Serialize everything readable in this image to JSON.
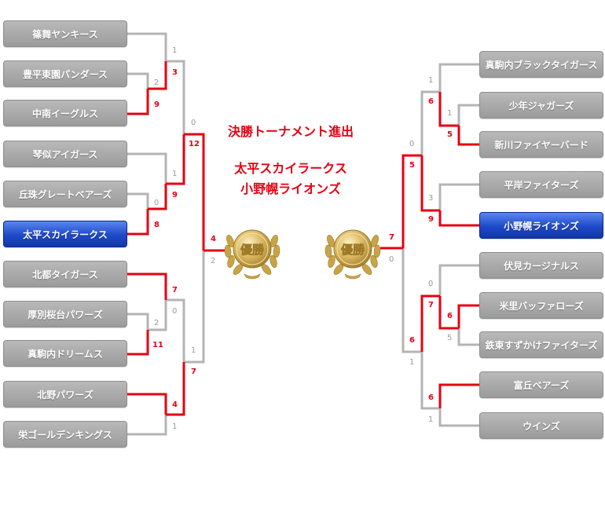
{
  "header": {
    "title": "決勝トーナメント進出",
    "finalists": [
      "太平スカイラークス",
      "小野幌ライオンズ"
    ]
  },
  "trophy_label": "優勝",
  "colors": {
    "win_line": "#e60012",
    "lose_line": "#b4b4b4",
    "team_gray": "#a6a6a6",
    "team_blue": "#1e49c8",
    "gold": "#c9a447"
  },
  "left": {
    "teams": [
      {
        "name": "篠舞ヤンキース",
        "highlight": false
      },
      {
        "name": "豊平東園パンダース",
        "highlight": false
      },
      {
        "name": "中南イーグルス",
        "highlight": false
      },
      {
        "name": "琴似アイガース",
        "highlight": false
      },
      {
        "name": "丘珠グレートベアーズ",
        "highlight": false
      },
      {
        "name": "太平スカイラークス",
        "highlight": true
      },
      {
        "name": "北都タイガース",
        "highlight": false
      },
      {
        "name": "厚別桜台パワーズ",
        "highlight": false
      },
      {
        "name": "真駒内ドリームス",
        "highlight": false
      },
      {
        "name": "北野パワーズ",
        "highlight": false
      },
      {
        "name": "栄ゴールデンキングス",
        "highlight": false
      }
    ],
    "scores": {
      "r1": [
        [
          "2",
          "9"
        ],
        [
          "0",
          "8"
        ],
        [
          "2",
          "11"
        ]
      ],
      "r2": [
        [
          "1",
          "3"
        ],
        [
          "1",
          "9"
        ],
        [
          "7",
          "0"
        ],
        [
          "4",
          "1"
        ]
      ],
      "r3": [
        [
          "0",
          "12"
        ],
        [
          "1",
          "7"
        ]
      ],
      "r4": [
        "4",
        "2"
      ]
    }
  },
  "right": {
    "teams": [
      {
        "name": "真駒内ブラックタイガース",
        "highlight": false
      },
      {
        "name": "少年ジャガーズ",
        "highlight": false
      },
      {
        "name": "新川ファイヤーバード",
        "highlight": false
      },
      {
        "name": "平岸ファイターズ",
        "highlight": false
      },
      {
        "name": "小野幌ライオンズ",
        "highlight": true
      },
      {
        "name": "伏見カージナルス",
        "highlight": false
      },
      {
        "name": "米里バッファローズ",
        "highlight": false
      },
      {
        "name": "鉄東すずかけファイターズ",
        "highlight": false
      },
      {
        "name": "富丘ベアーズ",
        "highlight": false
      },
      {
        "name": "ウインズ",
        "highlight": false
      }
    ],
    "scores": {
      "r1": [
        [
          "1",
          "5"
        ],
        [
          "6",
          "5"
        ]
      ],
      "r2": [
        [
          "1",
          "6"
        ],
        [
          "3",
          "9"
        ],
        [
          "0",
          "7"
        ],
        [
          "6",
          "1"
        ]
      ],
      "r3": [
        [
          "0",
          "5"
        ],
        [
          "6",
          "1"
        ]
      ],
      "r4": [
        "7",
        "0"
      ]
    }
  }
}
